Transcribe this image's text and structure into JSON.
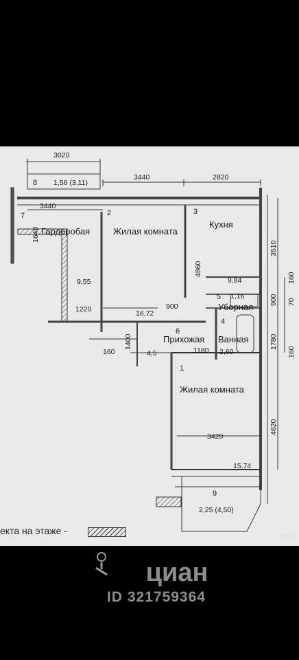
{
  "rooms": {
    "r1": "Жилая комната",
    "r2": "Кухня",
    "r3": "Гардеробая",
    "r4": "Прихожая",
    "r5": "Уборная",
    "r6": "Ванная",
    "r7": "Жилая комната"
  },
  "numbers": [
    "8",
    "7",
    "2",
    "3",
    "5",
    "4",
    "6",
    "1",
    "9"
  ],
  "areas": {
    "balcony_top": "1,56 (3,11)",
    "wardrobe": "9,55",
    "living1": "16,72",
    "kitchen": "9,84",
    "wc": "1,16",
    "bath": "2,60",
    "hall": "4,5",
    "living2": "15,74",
    "balcony_bottom": "2,25 (4,50)"
  },
  "dims": {
    "d3020": "3020",
    "d3440a": "3440",
    "d2820": "2820",
    "d3440b": "3440",
    "d1640": "1640",
    "d4860": "4860",
    "d3510": "3510",
    "d160a": "160",
    "d900a": "900",
    "d70": "70",
    "d1220": "1220",
    "d900b": "900",
    "d1400": "1400",
    "d1180": "1180",
    "d1780": "1780",
    "d160b": "160",
    "d160c": "160",
    "d3420": "3420",
    "d4620": "4620"
  },
  "legend": "екта на этаже -",
  "watermark": {
    "brand": "циан",
    "id": "ID 321759364",
    "avito": "Avito"
  }
}
